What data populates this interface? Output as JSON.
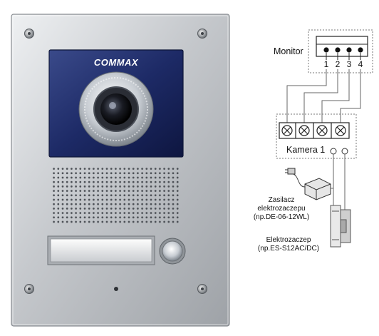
{
  "panel": {
    "brand": "COMMAX"
  },
  "wiring": {
    "monitor_label": "Monitor",
    "monitor_terminals": [
      "1",
      "2",
      "3",
      "4"
    ],
    "camera_label": "Kamera 1",
    "power_supply_label": [
      "Zasilacz",
      "elektrozaczepu",
      "(np.DE-06-12WL)"
    ],
    "door_strike_label": [
      "Elektrozaczep",
      "(np.ES-S12AC/DC)"
    ]
  },
  "colors": {
    "panel_metal": "#c9ccd0",
    "lens_window": "#1d2a66",
    "wire": "#555555"
  }
}
